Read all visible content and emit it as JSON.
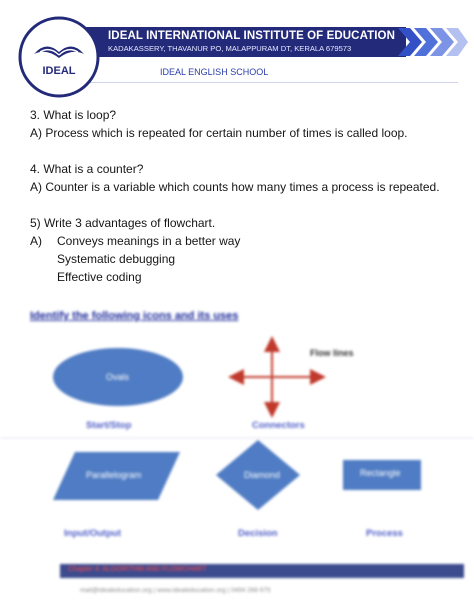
{
  "header": {
    "logo_text": "IDEAL",
    "title": "IDEAL INTERNATIONAL INSTITUTE OF EDUCATION",
    "address": "KADAKASSERY, THAVANUR PO, MALAPPURAM DT, KERALA 679573",
    "school": "IDEAL ENGLISH SCHOOL",
    "colors": {
      "band": "#242a7a",
      "accent": "#2a3ea8",
      "chevron": "#4a6ad8"
    }
  },
  "questions": [
    {
      "q": "3. What is loop?",
      "a": "A) Process which is repeated for certain number of times is called loop."
    },
    {
      "q": "4. What is a counter?",
      "a": "A) Counter is a variable which counts how many times a process is repeated."
    }
  ],
  "q5": {
    "q": "5) Write 3 advantages of flowchart.",
    "marker": "A)",
    "items": [
      "Conveys meanings in a better way",
      "Systematic debugging",
      "Effective coding"
    ]
  },
  "icons_section": {
    "heading": "Identify the following icons and its uses",
    "shapes": [
      {
        "name": "oval",
        "inner": "Ovals",
        "caption": "Start/Stop"
      },
      {
        "name": "connectors",
        "inner": "",
        "caption": "Connectors",
        "side_label": "Flow lines"
      },
      {
        "name": "parallelogram",
        "inner": "Parallelogram",
        "caption": "Input/Output"
      },
      {
        "name": "diamond",
        "inner": "Diamond",
        "caption": "Decision"
      },
      {
        "name": "rectangle",
        "inner": "Rectangle",
        "caption": "Process"
      }
    ],
    "shape_fill": "#4f7cc4"
  },
  "footer": {
    "chapter": "Chapter 4: ALGORITHM AND FLOWCHART",
    "contact": "mail@idealeducation.org | www.idealeducation.org | 0494 268 675"
  }
}
